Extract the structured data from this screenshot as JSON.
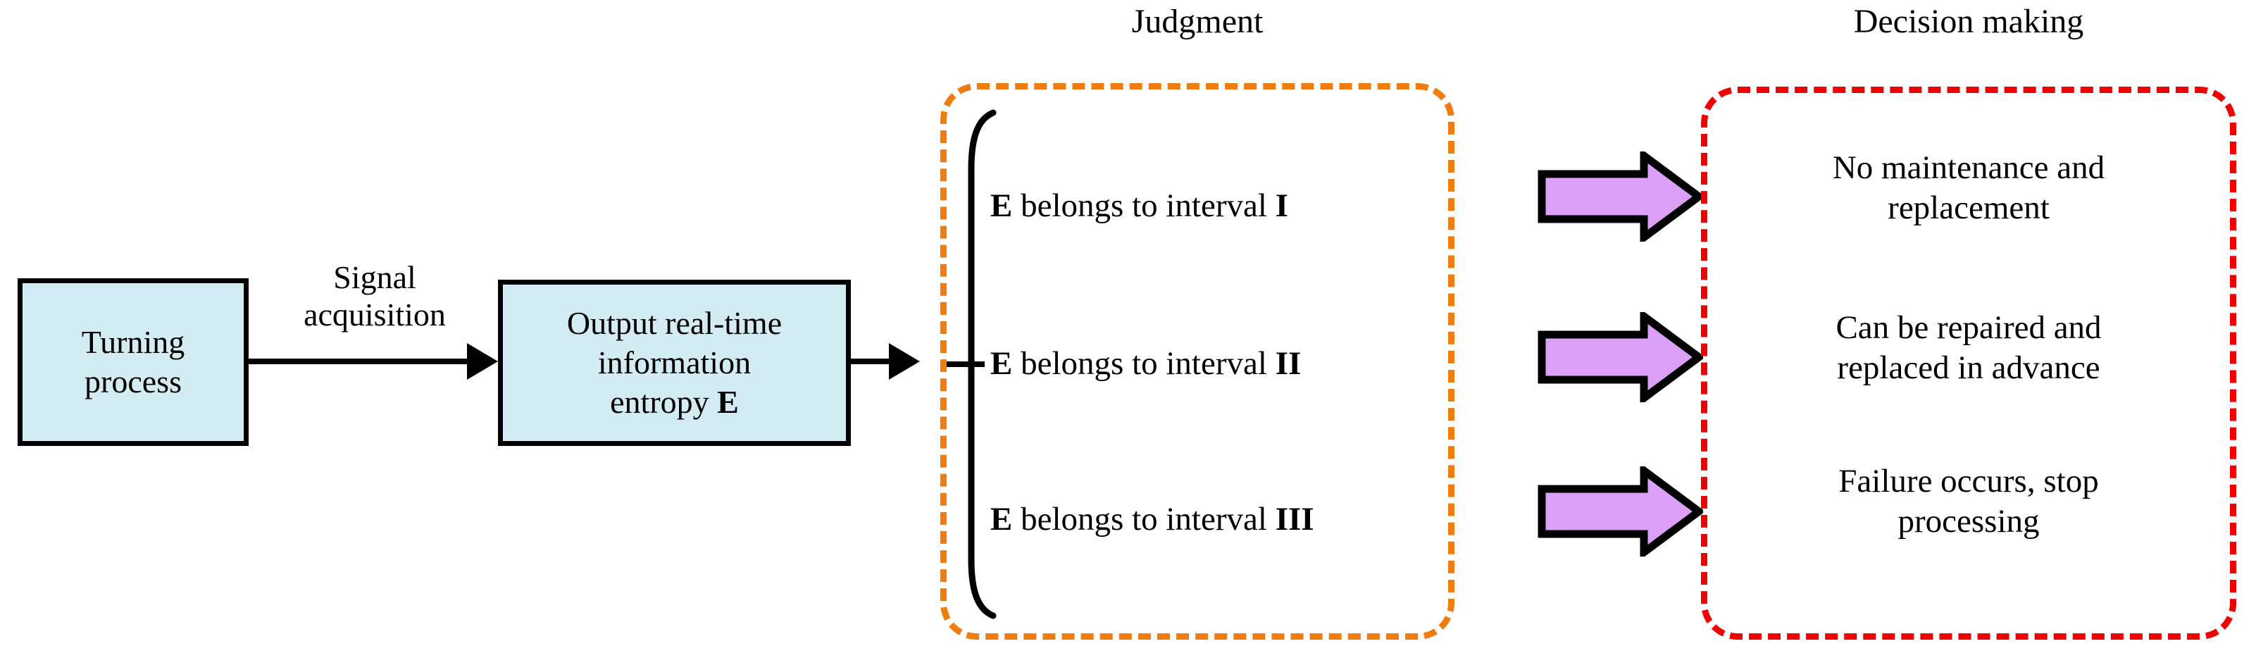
{
  "figure": {
    "kind": "flow-diagram",
    "background": "#ffffff"
  },
  "colors": {
    "box_fill": "#d3ebf2",
    "box_stroke": "#000000",
    "judgment_border": "#f07c10",
    "decision_border": "#f00000",
    "block_arrow_fill": "#dca0f8",
    "block_arrow_stroke": "#000000",
    "text": "#000000"
  },
  "process": {
    "turning_box": {
      "line1": "Turning",
      "line2": "process"
    },
    "edge_label": {
      "line1": "Signal",
      "line2": "acquisition"
    },
    "entropy_box": {
      "line1": "Output real-time",
      "line2": "information",
      "line3_prefix": "entropy ",
      "line3_symbol": "E"
    }
  },
  "judgment": {
    "title": "Judgment",
    "rows": [
      {
        "prefix": "E",
        "middle": " belongs to interval ",
        "suffix": "I"
      },
      {
        "prefix": "E",
        "middle": " belongs to interval ",
        "suffix": "II"
      },
      {
        "prefix": "E",
        "middle": " belongs to interval ",
        "suffix": "III"
      }
    ]
  },
  "decision": {
    "title": "Decision making",
    "items": [
      {
        "line1": "No maintenance and",
        "line2": "replacement"
      },
      {
        "line1": "Can be repaired and",
        "line2": "replaced in advance"
      },
      {
        "line1": "Failure occurs, stop",
        "line2": "processing"
      }
    ]
  },
  "connectors": {
    "arrow1_name": "signal-acquisition-arrow",
    "arrow2_name": "entropy-to-judgment-arrow",
    "block_arrow_names": [
      "judgment-1-to-decision-1-arrow",
      "judgment-2-to-decision-2-arrow",
      "judgment-3-to-decision-3-arrow"
    ]
  }
}
